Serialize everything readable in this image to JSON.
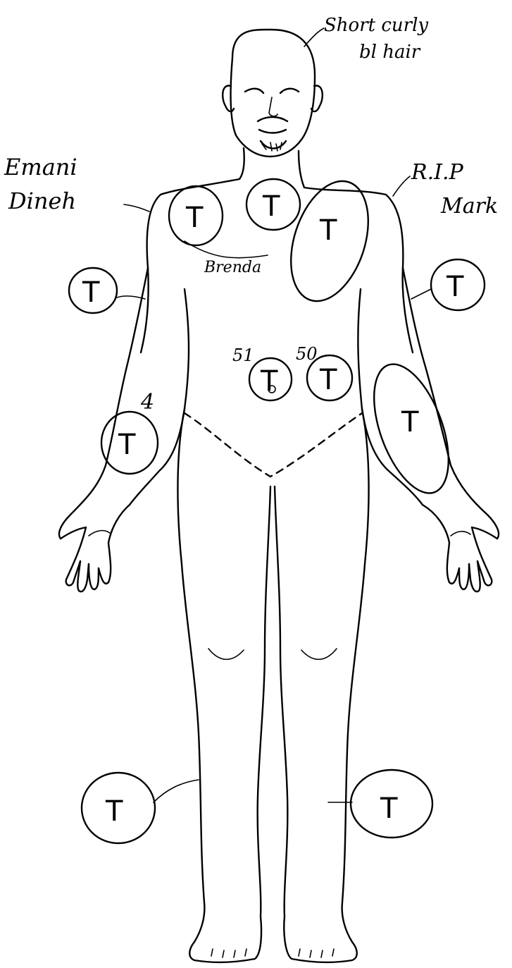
{
  "annotations": {
    "hair_line1": "Short curly",
    "hair_line2": "bl hair",
    "name_line1": "Emani",
    "name_line2": "Dineh",
    "rip_line1": "R.I.P",
    "rip_line2": "Mark",
    "chest_name": "Brenda",
    "num_left": "51",
    "num_right": "50",
    "arm_num": "4"
  },
  "tattoo_label": "T"
}
